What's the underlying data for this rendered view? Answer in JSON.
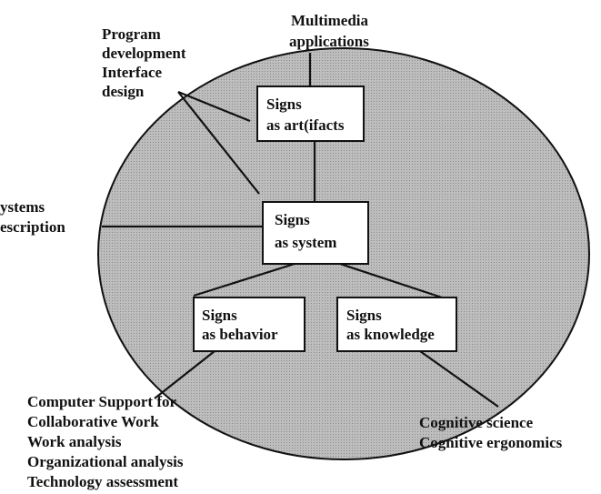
{
  "colors": {
    "circle_fill": "#b9b9b9",
    "circle_stroke": "#111111",
    "box_fill": "#ffffff",
    "line": "#111111"
  },
  "boxes": {
    "artifacts": [
      "Signs",
      "as art(ifacts"
    ],
    "system": [
      "Signs",
      "as system"
    ],
    "behavior": [
      "Signs",
      "as behavior"
    ],
    "knowledge": [
      "Signs",
      "as knowledge"
    ]
  },
  "labels": {
    "multimedia": [
      "Multimedia",
      "applications"
    ],
    "program": [
      "Program",
      "development",
      "Interface",
      "design"
    ],
    "systems": [
      "ystems",
      "escription"
    ],
    "cscw": [
      "Computer Support for",
      "Collaborative Work",
      "Work analysis",
      "Organizational analysis",
      "Technology assessment"
    ],
    "cognitive": [
      "Cognitive science",
      "Cognitive ergonomics"
    ]
  }
}
